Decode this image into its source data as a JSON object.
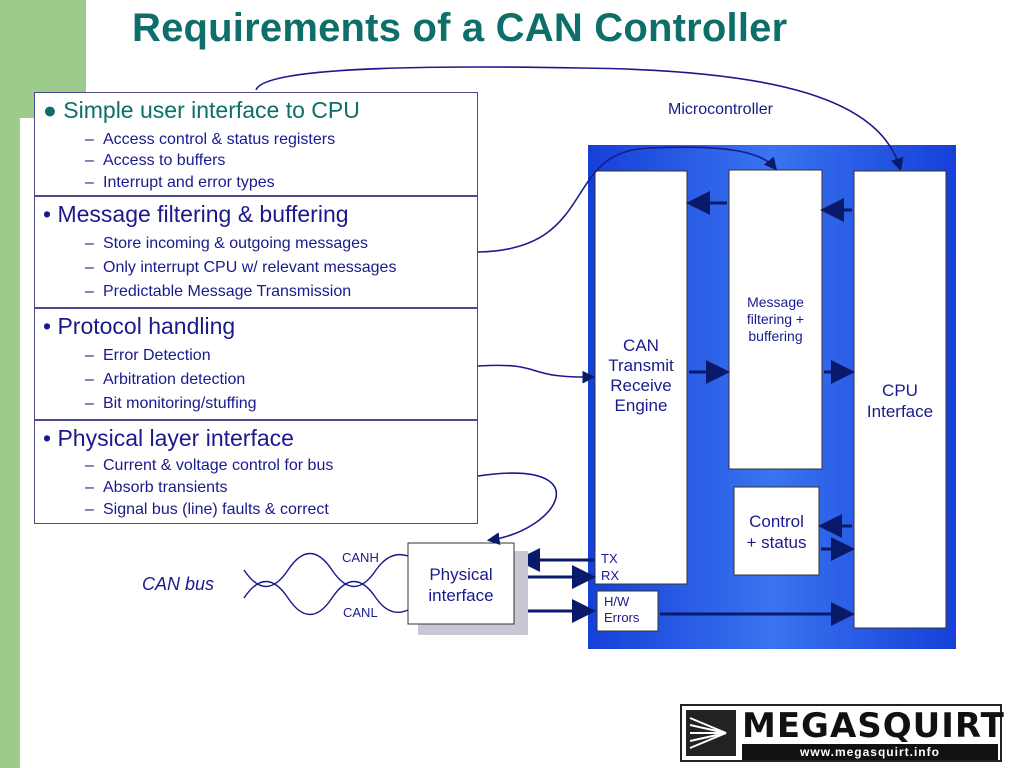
{
  "title": "Requirements of a CAN Controller",
  "sections": [
    {
      "bullet": "●",
      "heading": "Simple user interface to CPU",
      "items": [
        "Access control & status registers",
        "Access to buffers",
        "Interrupt and error types"
      ]
    },
    {
      "bullet": "•",
      "heading": "Message filtering & buffering",
      "items": [
        "Store incoming & outgoing messages",
        "Only interrupt CPU w/ relevant messages",
        "Predictable Message Transmission"
      ]
    },
    {
      "bullet": "•",
      "heading": "Protocol handling",
      "items": [
        "Error Detection",
        "Arbitration detection",
        "Bit monitoring/stuffing"
      ]
    },
    {
      "bullet": "•",
      "heading": "Physical layer interface",
      "items": [
        "Current & voltage control for bus",
        "Absorb transients",
        "Signal bus (line) faults & correct"
      ]
    }
  ],
  "dash": "–",
  "diagram": {
    "microcontroller": "Microcontroller",
    "can_engine": [
      "CAN",
      "Transmit",
      "Receive",
      "Engine"
    ],
    "msg_filter": [
      "Message",
      "filtering +",
      "buffering"
    ],
    "cpu_interface": [
      "CPU",
      "Interface"
    ],
    "control_status": [
      "Control",
      "+ status"
    ],
    "tx": "TX",
    "rx": "RX",
    "hw_errors": [
      "H/W",
      "Errors"
    ],
    "physical_interface": [
      "Physical",
      "interface"
    ],
    "canh": "CANH",
    "canl": "CANL",
    "can_bus": "CAN bus"
  },
  "logo": {
    "name": "MEGASQUIRT",
    "url": "www.megasquirt.info"
  },
  "colors": {
    "title": "#0d6e6a",
    "text": "#1a1a8c",
    "sidebar": "#9ccb8c",
    "diagram_blue": "#1f4fe0"
  }
}
